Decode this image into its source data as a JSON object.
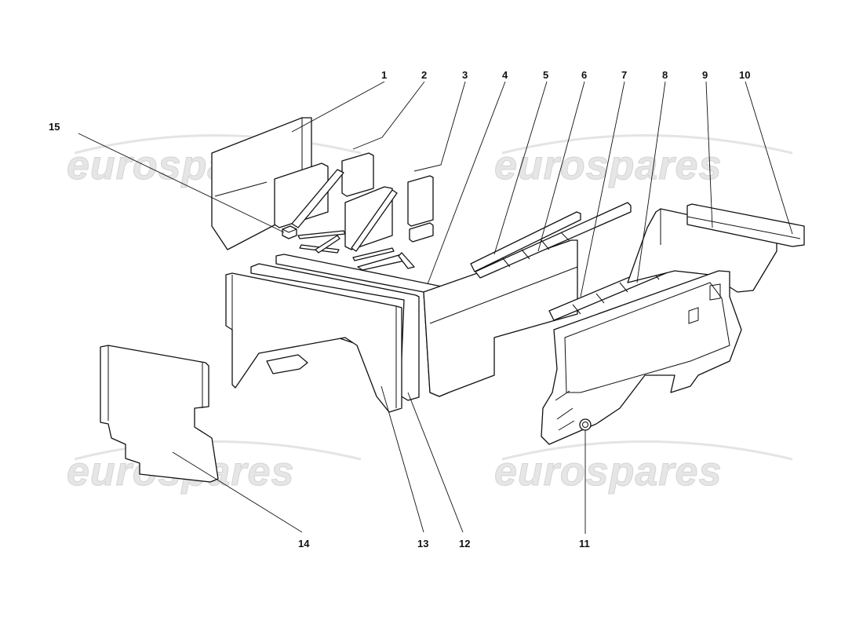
{
  "watermark": {
    "text": "eurospares"
  },
  "labels": [
    "1",
    "2",
    "3",
    "4",
    "5",
    "6",
    "7",
    "8",
    "9",
    "10",
    "11",
    "12",
    "13",
    "14",
    "15"
  ]
}
